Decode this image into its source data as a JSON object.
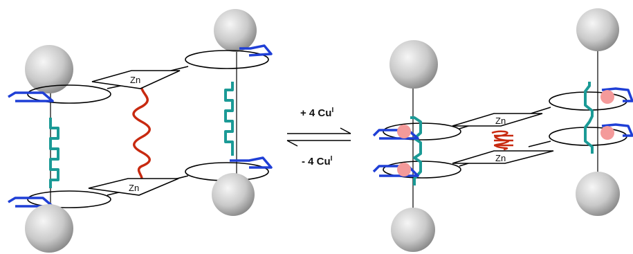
{
  "left_complex": {
    "zn_top": "Zn",
    "zn_bottom": "Zn"
  },
  "arrows": {
    "forward_label": "+ 4 Cu",
    "forward_sup": "I",
    "reverse_label": "- 4 Cu",
    "reverse_sup": "I"
  },
  "right_complex": {
    "zn_top": "Zn",
    "zn_bottom": "Zn"
  },
  "colors": {
    "ball_light": "#f4f4f4",
    "ball_dark": "#7d7d7d",
    "axle": "#666666",
    "teal_chain": "#1b9a96",
    "red_spring": "#c82a10",
    "blue_bracket": "#1f3fd6",
    "copper": "#f49a9a"
  }
}
